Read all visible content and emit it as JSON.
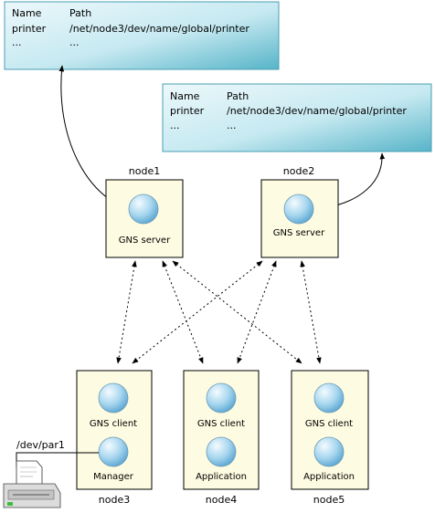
{
  "name_tables": [
    {
      "header": {
        "name": "Name",
        "path": "Path"
      },
      "rows": [
        {
          "name": "printer",
          "path": "/net/node3/dev/name/global/printer"
        },
        {
          "name": "...",
          "path": "..."
        }
      ]
    },
    {
      "header": {
        "name": "Name",
        "path": "Path"
      },
      "rows": [
        {
          "name": "printer",
          "path": "/net/node3/dev/name/global/printer"
        },
        {
          "name": "...",
          "path": "..."
        }
      ]
    }
  ],
  "nodes": {
    "node1": {
      "label": "node1",
      "process": "GNS server"
    },
    "node2": {
      "label": "node2",
      "process": "GNS server"
    },
    "node3": {
      "label": "node3",
      "processes": [
        "GNS client",
        "Manager"
      ]
    },
    "node4": {
      "label": "node4",
      "processes": [
        "GNS client",
        "Application"
      ]
    },
    "node5": {
      "label": "node5",
      "processes": [
        "GNS client",
        "Application"
      ]
    }
  },
  "device_path": "/dev/par1",
  "colors": {
    "table_fill_light": "#ecf8fb",
    "table_fill_dark": "#56b4c8",
    "node_fill": "#fdfbe1",
    "sphere_light": "#eaf6fb",
    "sphere_dark": "#6fb3d6"
  }
}
